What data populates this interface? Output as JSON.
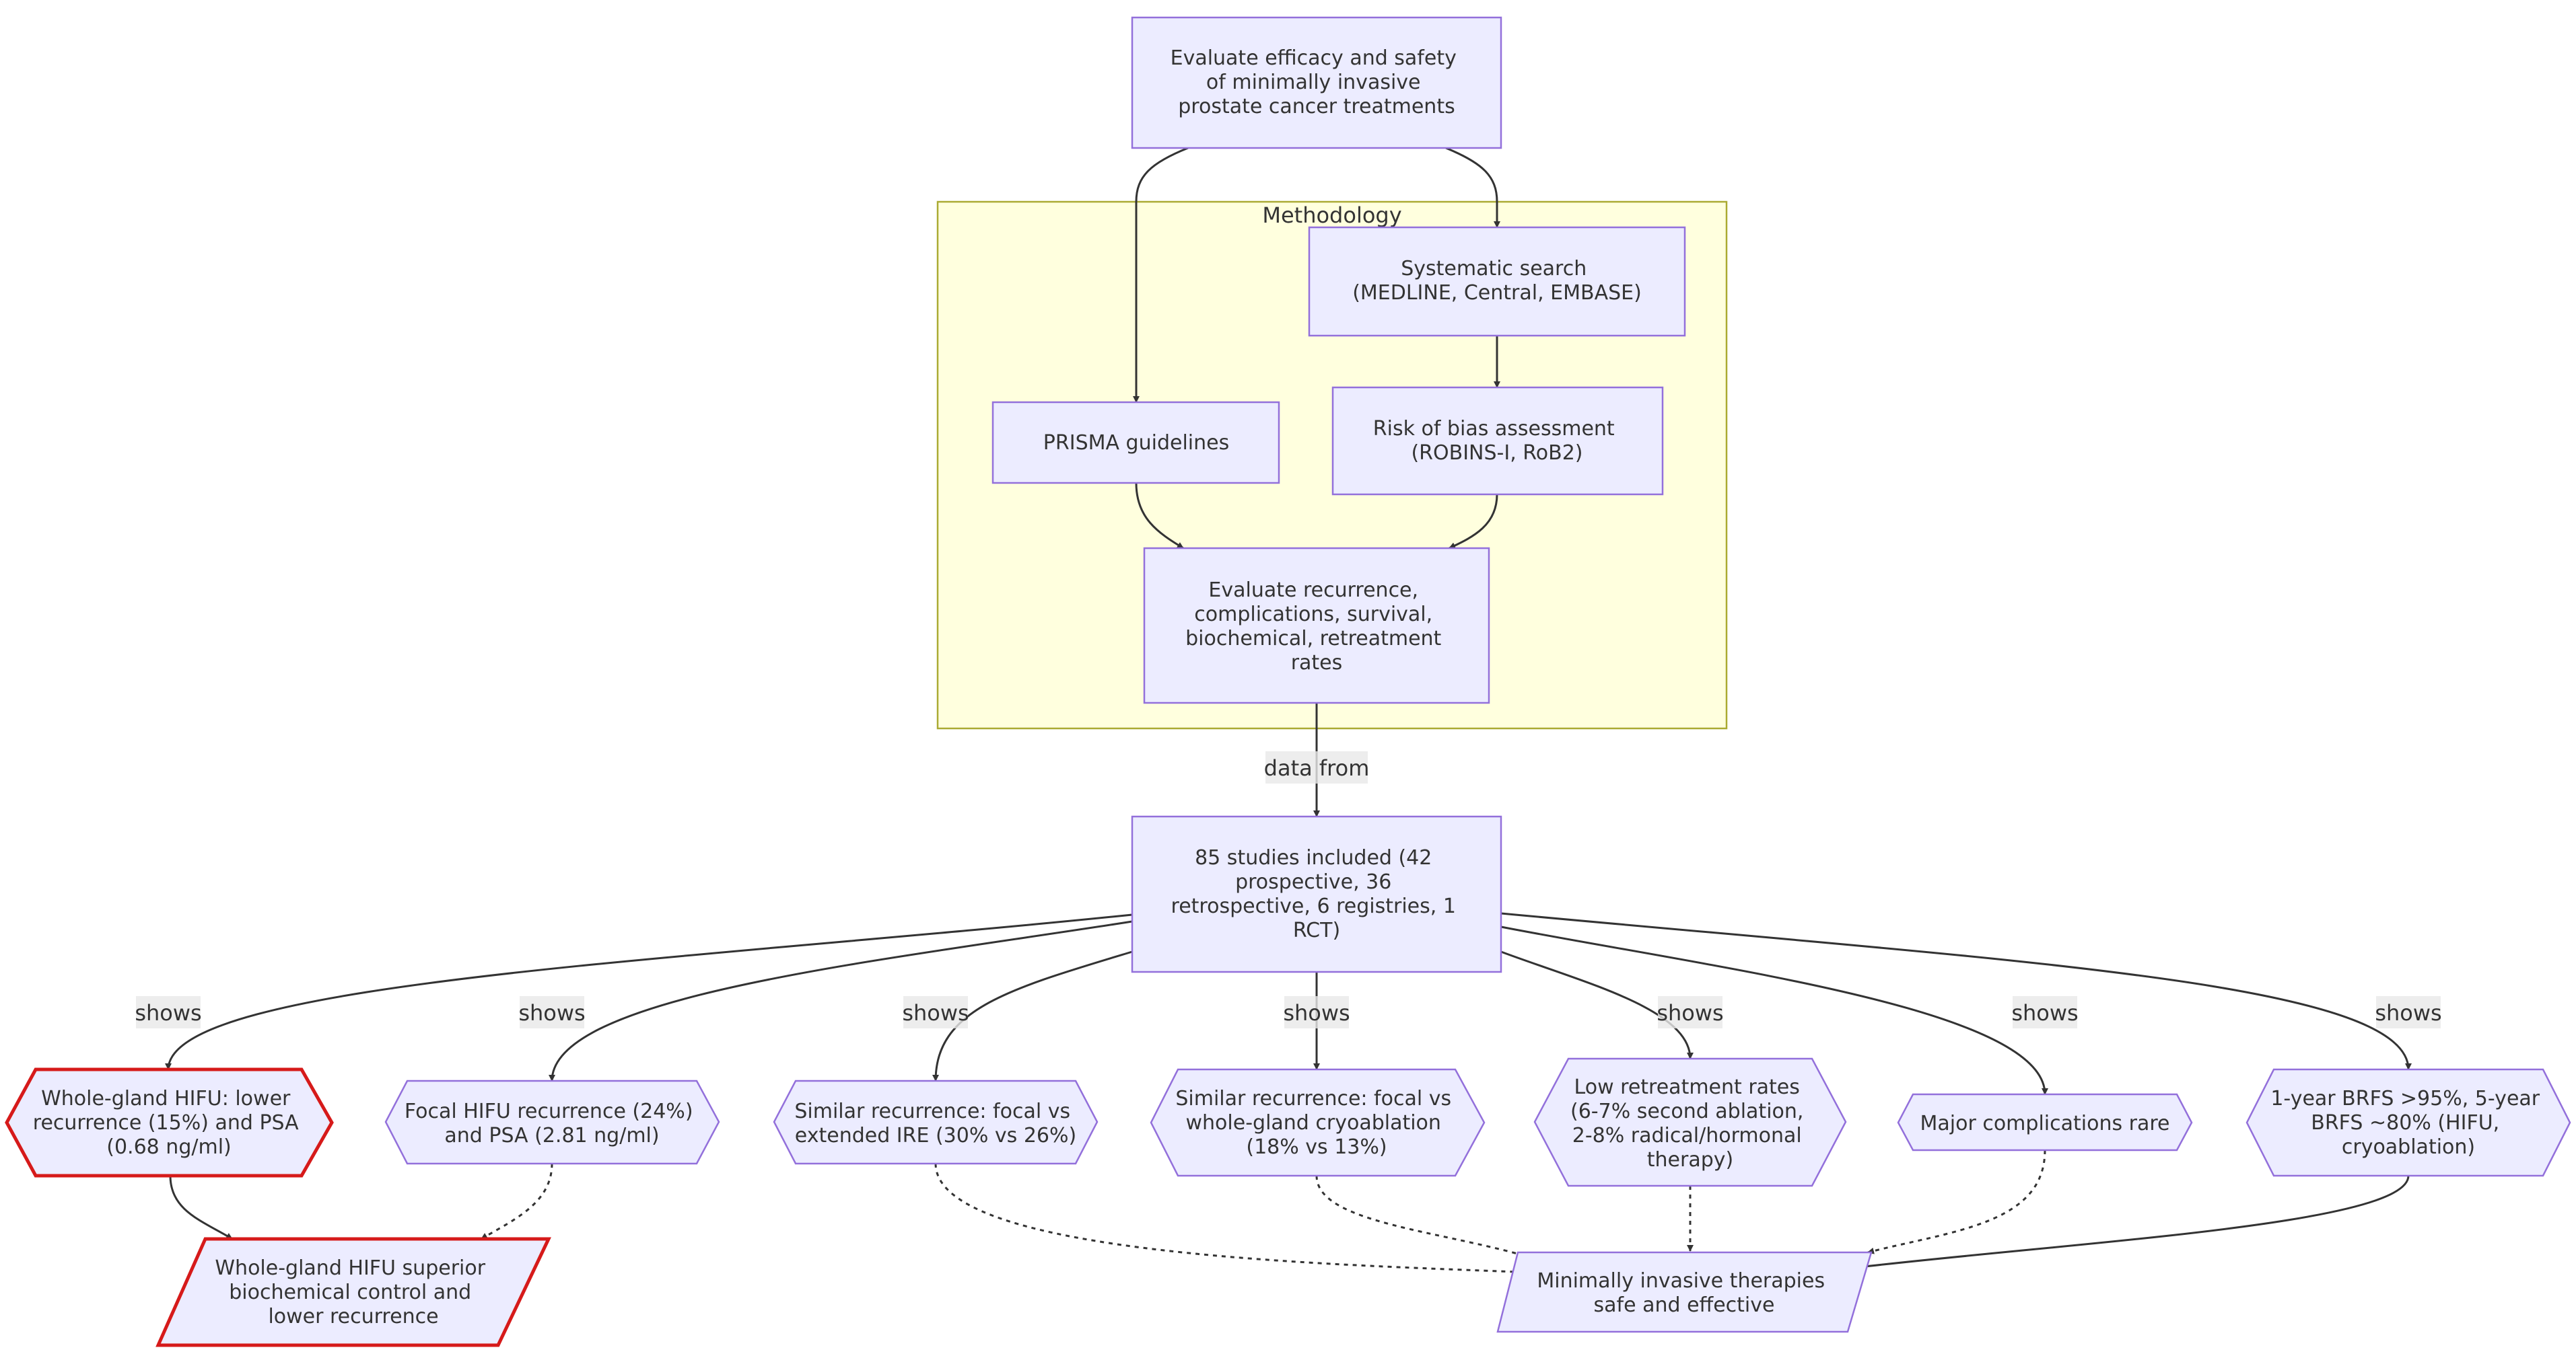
{
  "colors": {
    "node_fill": "#ECECFF",
    "node_stroke": "#9370DB",
    "highlight_stroke": "#d61a1a",
    "cluster_fill": "#ffffde",
    "cluster_stroke": "#aaaa33",
    "edge": "#333333"
  },
  "cluster": {
    "title": "Methodology"
  },
  "nodes": {
    "goal": [
      "Evaluate efficacy and safety",
      "of minimally invasive",
      "prostate cancer treatments"
    ],
    "search": [
      "Systematic search",
      "(MEDLINE, Central, EMBASE)"
    ],
    "prisma": [
      "PRISMA guidelines"
    ],
    "bias": [
      "Risk of bias assessment",
      "(ROBINS-I, RoB2)"
    ],
    "outcomes": [
      "Evaluate recurrence,",
      "complications, survival,",
      "biochemical, retreatment",
      "rates"
    ],
    "studies": [
      "85 studies included (42",
      "prospective, 36",
      "retrospective, 6 registries, 1",
      "RCT)"
    ],
    "wg_hifu": [
      "Whole-gland HIFU: lower",
      "recurrence (15%) and PSA",
      "(0.68 ng/ml)"
    ],
    "focal_hifu": [
      "Focal HIFU recurrence (24%)",
      "and PSA (2.81 ng/ml)"
    ],
    "ire": [
      "Similar recurrence: focal vs",
      "extended IRE (30% vs 26%)"
    ],
    "cryo": [
      "Similar recurrence: focal vs",
      "whole-gland cryoablation",
      "(18% vs 13%)"
    ],
    "retreat": [
      "Low retreatment rates",
      "(6-7% second ablation,",
      "2-8% radical/hormonal",
      "therapy)"
    ],
    "complications": [
      "Major complications rare"
    ],
    "brfs": [
      "1-year BRFS >95%, 5-year",
      "BRFS ~80% (HIFU,",
      "cryoablation)"
    ],
    "wg_superior": [
      "Whole-gland HIFU superior",
      "biochemical control and",
      "lower recurrence"
    ],
    "safe": [
      "Minimally invasive therapies",
      "safe and effective"
    ]
  },
  "edge_labels": {
    "data_from": "data from",
    "shows": "shows"
  }
}
